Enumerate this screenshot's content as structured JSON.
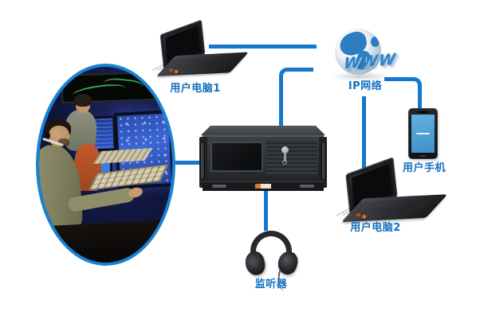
{
  "nodes": {
    "laptop1": {
      "label": "用户电脑1"
    },
    "network": {
      "label": "IP网络",
      "globe_text": "WWW"
    },
    "phone": {
      "label": "用户手机"
    },
    "laptop2": {
      "label": "用户电脑2"
    },
    "headphones": {
      "label": "监听器"
    }
  },
  "colors": {
    "connector": "#1478cc",
    "label": "#1170c2",
    "globe_continent": "#2e7cc2"
  }
}
